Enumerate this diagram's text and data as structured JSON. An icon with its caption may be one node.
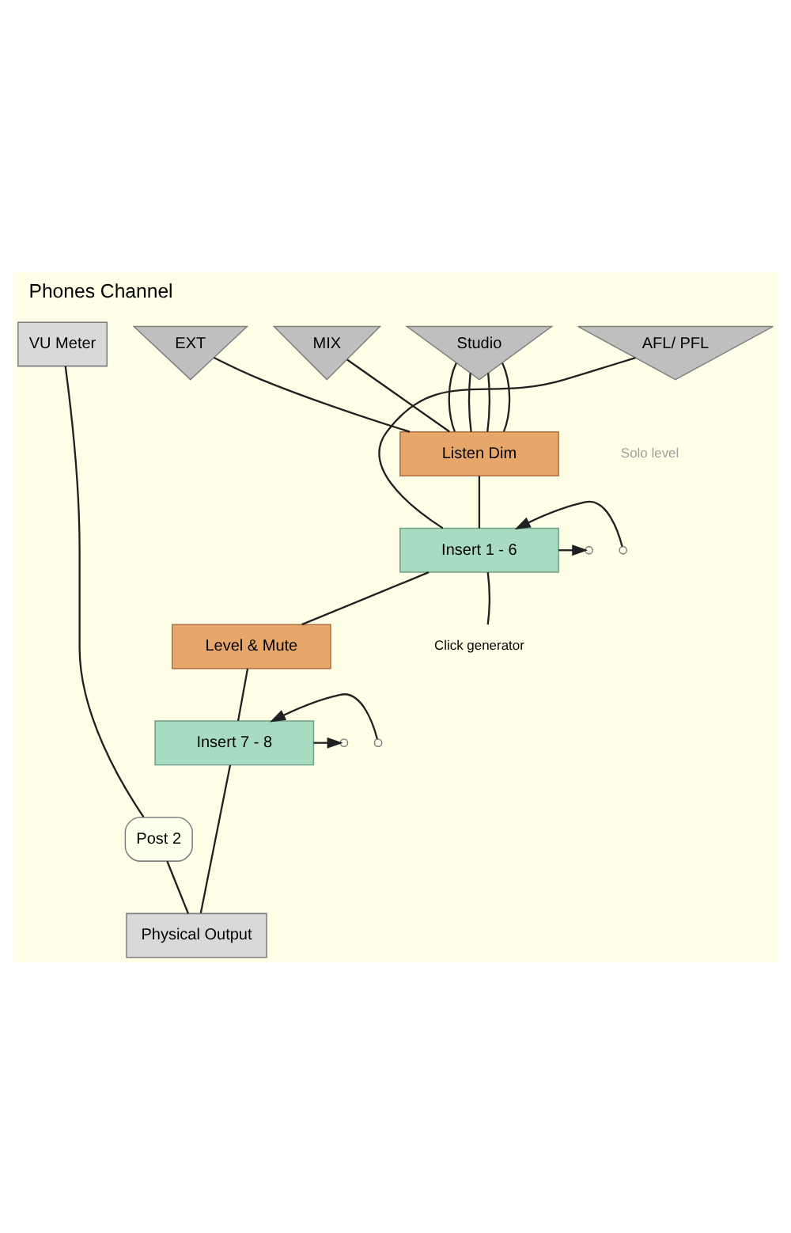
{
  "diagram": {
    "title": "Phones Channel",
    "nodes": [
      {
        "text": [
          "VU Meter"
        ]
      },
      {
        "text": [
          "EXT"
        ]
      },
      {
        "text": [
          "MIX"
        ]
      },
      {
        "text": [
          "Studio"
        ]
      },
      {
        "text": [
          "AFL/ PFL"
        ]
      },
      {
        "text": [
          "Listen Dim"
        ]
      },
      {
        "text": [
          "Insert 1 - 6"
        ]
      },
      {
        "text": [
          "Click generator"
        ]
      },
      {
        "text": [
          "Level & Mute"
        ]
      },
      {
        "text": [
          "Insert 7 - 8"
        ]
      },
      {
        "text": [
          "Post 2"
        ]
      },
      {
        "text": [
          "Physical Output"
        ]
      }
    ],
    "edges": [
      {
        "from": 1,
        "to": 5,
        "arrow": "none"
      },
      {
        "from": 2,
        "to": 5,
        "arrow": "none"
      },
      {
        "from": 3,
        "to": 5,
        "arrow": "none"
      },
      {
        "from": 3,
        "to": 5,
        "arrow": "none"
      },
      {
        "from": 3,
        "to": 5,
        "arrow": "none"
      },
      {
        "from": 3,
        "to": 5,
        "arrow": "none"
      },
      {
        "from": 5,
        "to": 6,
        "arrow": "none"
      },
      {
        "from": 4,
        "to": 6,
        "arrow": "none"
      },
      {
        "from": 7,
        "to": 6,
        "arrow": "none"
      },
      {
        "from": null,
        "to": 6,
        "arrow": "to"
      },
      {
        "from": 6,
        "to": null,
        "arrow": "to"
      },
      {
        "from": 6,
        "to": 8,
        "arrow": "none"
      },
      {
        "from": 8,
        "to": 9,
        "arrow": "none"
      },
      {
        "from": null,
        "to": 9,
        "arrow": "to"
      },
      {
        "from": 9,
        "to": null,
        "arrow": "to"
      },
      {
        "from": 9,
        "to": 11,
        "arrow": "none"
      },
      {
        "from": 0,
        "to": 10,
        "arrow": "none"
      },
      {
        "from": 10,
        "to": 11,
        "arrow": "none"
      }
    ],
    "labels": [
      "Solo level"
    ]
  }
}
